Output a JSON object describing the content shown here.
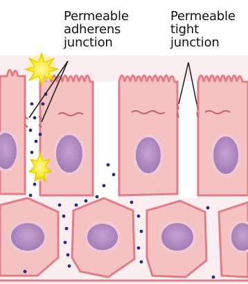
{
  "labels": {
    "adherens": [
      "Permeable",
      "adherens",
      "junction"
    ],
    "tight": [
      "Permeable",
      "tight",
      "junction"
    ]
  },
  "colors": {
    "cell_fill": "#f5c2c2",
    "cell_border": "#e07d88",
    "nucleus": "#b28bc0",
    "nucleus_ring": "#f0c8d6",
    "particle": "#2b2d7a",
    "pathogen": "#f6ea2a",
    "pointer_line": "#222222",
    "background": "#ffffff"
  },
  "icons": [
    "pathogen-icon",
    "particle-dot-icon"
  ]
}
